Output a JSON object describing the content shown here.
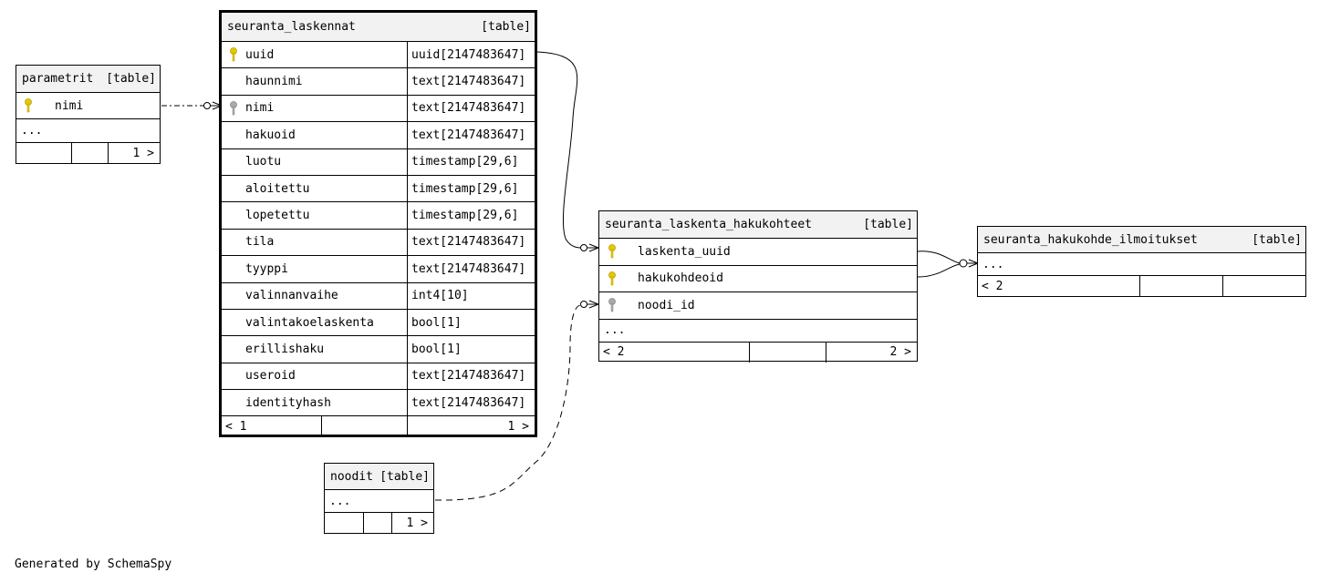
{
  "colors": {
    "primary_key": "#e6c800",
    "foreign_key": "#aaaaaa",
    "line": "#000000",
    "header_bg": "#f2f2f2"
  },
  "tables": {
    "seuranta_laskennat": {
      "name": "seuranta_laskennat",
      "kind": "[table]",
      "columns": [
        {
          "name": "uuid",
          "type": "uuid[2147483647]",
          "key": "primary"
        },
        {
          "name": "haunnimi",
          "type": "text[2147483647]",
          "key": ""
        },
        {
          "name": "nimi",
          "type": "text[2147483647]",
          "key": "foreign"
        },
        {
          "name": "hakuoid",
          "type": "text[2147483647]",
          "key": ""
        },
        {
          "name": "luotu",
          "type": "timestamp[29,6]",
          "key": ""
        },
        {
          "name": "aloitettu",
          "type": "timestamp[29,6]",
          "key": ""
        },
        {
          "name": "lopetettu",
          "type": "timestamp[29,6]",
          "key": ""
        },
        {
          "name": "tila",
          "type": "text[2147483647]",
          "key": ""
        },
        {
          "name": "tyyppi",
          "type": "text[2147483647]",
          "key": ""
        },
        {
          "name": "valinnanvaihe",
          "type": "int4[10]",
          "key": ""
        },
        {
          "name": "valintakoelaskenta",
          "type": "bool[1]",
          "key": ""
        },
        {
          "name": "erillishaku",
          "type": "bool[1]",
          "key": ""
        },
        {
          "name": "useroid",
          "type": "text[2147483647]",
          "key": ""
        },
        {
          "name": "identityhash",
          "type": "text[2147483647]",
          "key": ""
        }
      ],
      "footer": {
        "left": "< 1",
        "middle": "",
        "right": "1 >"
      }
    },
    "parametrit": {
      "name": "parametrit",
      "kind": "[table]",
      "columns": [
        {
          "name": "nimi",
          "key": "primary"
        }
      ],
      "more": "...",
      "footer": {
        "left": "",
        "middle": "",
        "right": "1 >"
      }
    },
    "seuranta_laskenta_hakukohteet": {
      "name": "seuranta_laskenta_hakukohteet",
      "kind": "[table]",
      "columns": [
        {
          "name": "laskenta_uuid",
          "key": "primary"
        },
        {
          "name": "hakukohdeoid",
          "key": "primary"
        },
        {
          "name": "noodi_id",
          "key": "foreign"
        }
      ],
      "more": "...",
      "footer": {
        "left": "< 2",
        "middle": "",
        "right": "2 >"
      }
    },
    "seuranta_hakukohde_ilmoitukset": {
      "name": "seuranta_hakukohde_ilmoitukset",
      "kind": "[table]",
      "more": "...",
      "footer": {
        "left": "< 2",
        "middle": "",
        "right": ""
      }
    },
    "noodit": {
      "name": "noodit",
      "kind": "[table]",
      "more": "...",
      "footer": {
        "left": "",
        "middle": "",
        "right": "1 >"
      }
    }
  },
  "credit": "Generated by SchemaSpy"
}
